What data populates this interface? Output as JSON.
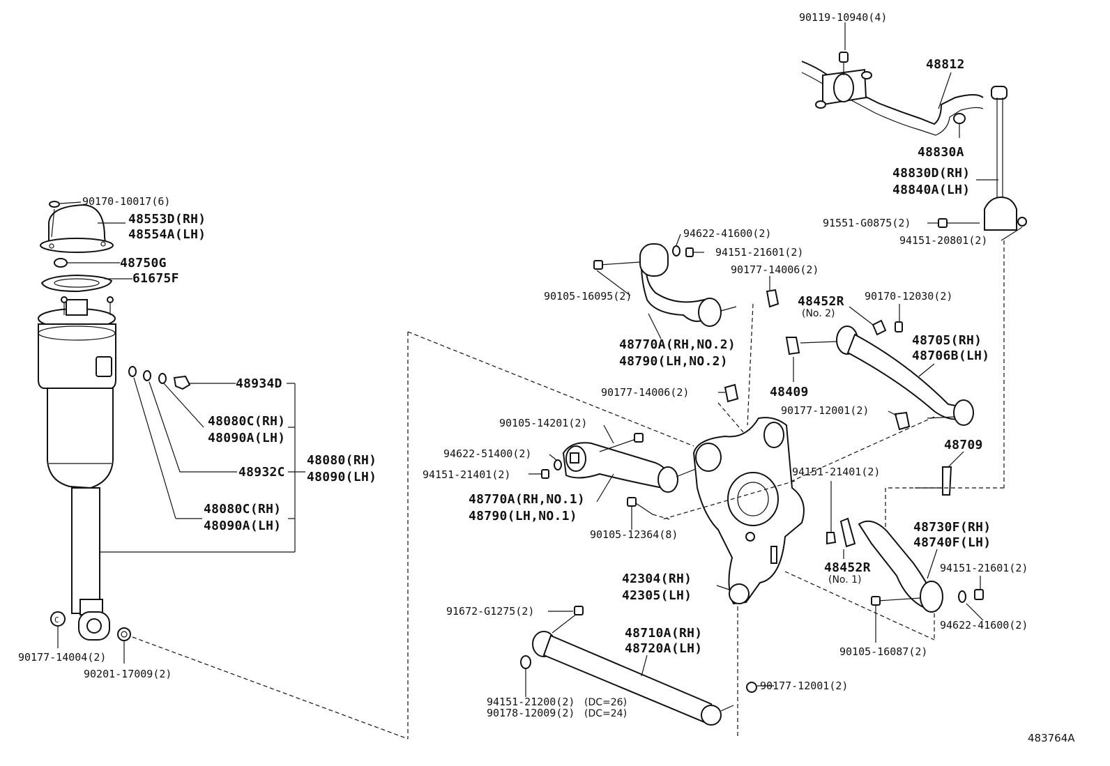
{
  "diagram_code": "483764A",
  "labels": {
    "p90119_10940": "90119-10940(4)",
    "p48812": "48812",
    "p48830A": "48830A",
    "p48830D": "48830D(RH)",
    "p48840A": "48840A(LH)",
    "p91551_G0875": "91551-G0875(2)",
    "p94151_20801": "94151-20801(2)",
    "p94622_41600_top": "94622-41600(2)",
    "p94151_21601_top": "94151-21601(2)",
    "p90177_14006_top": "90177-14006(2)",
    "p90105_16095": "90105-16095(2)",
    "p48770A_no2": "48770A(RH,NO.2)",
    "p48790_no2": "48790(LH,NO.2)",
    "p48452R_no2": "48452R",
    "p48452R_no2_sub": "(No. 2)",
    "p90170_12030": "90170-12030(2)",
    "p48705": "48705(RH)",
    "p48706B": "48706B(LH)",
    "p48409": "48409",
    "p90177_14006_mid": "90177-14006(2)",
    "p90177_12001_mid": "90177-12001(2)",
    "p90105_14201": "90105-14201(2)",
    "p94622_51400": "94622-51400(2)",
    "p94151_21401_left": "94151-21401(2)",
    "p48770A_no1": "48770A(RH,NO.1)",
    "p48790_no1": "48790(LH,NO.1)",
    "p90105_12364": "90105-12364(8)",
    "p94151_21401_right": "94151-21401(2)",
    "p48709": "48709",
    "p48730F": "48730F(RH)",
    "p48740F": "48740F(LH)",
    "p94151_21601_bot": "94151-21601(2)",
    "p48452R_no1": "48452R",
    "p48452R_no1_sub": "(No. 1)",
    "p94622_41600_bot": "94622-41600(2)",
    "p42304": "42304(RH)",
    "p42305": "42305(LH)",
    "p90105_16087": "90105-16087(2)",
    "p91672_G1275": "91672-G1275(2)",
    "p48710A": "48710A(RH)",
    "p48720A": "48720A(LH)",
    "p90177_12001_bot": "90177-12001(2)",
    "p94151_21200": "94151-21200(2)",
    "p94151_21200_dc": "(DC=26)",
    "p90178_12009": "90178-12009(2)",
    "p90178_12009_dc": "(DC=24)",
    "p90170_10017": "90170-10017(6)",
    "p48553D": "48553D(RH)",
    "p48554A": "48554A(LH)",
    "p48750G": "48750G",
    "p61675F": "61675F",
    "p48934D": "48934D",
    "p48080C_a": "48080C(RH)",
    "p48090A_a": "48090A(LH)",
    "p48932C": "48932C",
    "p48080": "48080(RH)",
    "p48090": "48090(LH)",
    "p48080C_b": "48080C(RH)",
    "p48090A_b": "48090A(LH)",
    "p90177_14004": "90177-14004(2)",
    "p90201_17009": "90201-17009(2)"
  }
}
